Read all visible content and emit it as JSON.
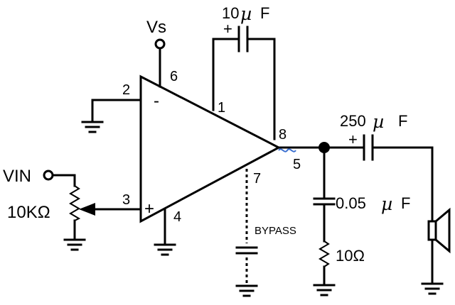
{
  "labels": {
    "vs": "Vs",
    "vin": "VIN",
    "pot": "10KΩ",
    "bypass": "BYPASS",
    "res": "10Ω",
    "minus": "-",
    "plus_in": "+",
    "cap_feedback": {
      "value": "10",
      "mu": "µ",
      "unit": "F",
      "polarity": "+"
    },
    "cap_output": {
      "value": "250",
      "mu": "µ",
      "unit": "F",
      "polarity": "+"
    },
    "cap_snubber": {
      "value": "0.05",
      "mu": "µ",
      "unit": "F"
    }
  },
  "pins": {
    "p1": "1",
    "p2": "2",
    "p3": "3",
    "p4": "4",
    "p5": "5",
    "p6": "6",
    "p7": "7",
    "p8": "8"
  },
  "colors": {
    "line": "#000000",
    "background": "#ffffff",
    "accent": "#3a6fd0"
  }
}
